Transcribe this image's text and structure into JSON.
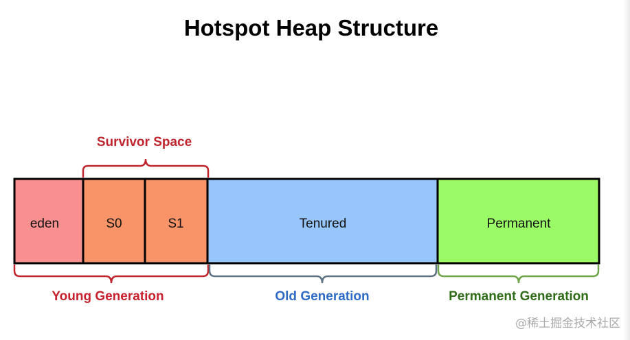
{
  "title": "Hotspot Heap Structure",
  "segments": {
    "eden": "eden",
    "s0": "S0",
    "s1": "S1",
    "tenured": "Tenured",
    "permanent": "Permanent"
  },
  "braces": {
    "survivor": "Survivor Space",
    "young": "Young Generation",
    "old": "Old Generation",
    "permanent": "Permanent Generation"
  },
  "watermark": "@稀土掘金技术社区",
  "colors": {
    "eden": "#f98f8f",
    "survivor": "#f99468",
    "tenured": "#96c6fb",
    "permanent": "#9afb67",
    "young_label": "#c8212e",
    "old_label": "#2e6bc6",
    "old_brace": "#5d7385",
    "perm_label": "#2f6c17",
    "perm_brace": "#6ea44a"
  }
}
